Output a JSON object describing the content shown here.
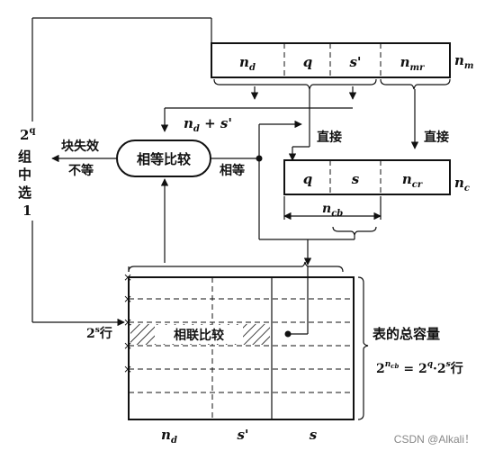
{
  "top_register": {
    "fields": [
      "n",
      "q",
      "s'",
      "n"
    ],
    "subscripts": [
      "d",
      "",
      "",
      "mr"
    ],
    "name": "n",
    "name_sub": "m"
  },
  "lower_register": {
    "fields": [
      "q",
      "s",
      "n"
    ],
    "subscripts": [
      "",
      "",
      "cr"
    ],
    "name": "n",
    "name_sub": "c"
  },
  "labels": {
    "compare_input": "n",
    "compare_input_sub": "d",
    "compare_input_tail": " + s'",
    "direct_1": "直接",
    "direct_2": "直接",
    "equal_compare": "相等比较",
    "block_invalid": "块失效",
    "not_equal": "不等",
    "equal": "相等",
    "select_from": "2",
    "select_from_sup": "q",
    "select_lines": [
      "组",
      "中",
      "选",
      "1"
    ],
    "ncb": "n",
    "ncb_sub": "cb",
    "rows_label": "2",
    "rows_label_sup": "s",
    "rows_label_tail": "行",
    "assoc_compare": "相联比较",
    "table_capacity": "表的总容量",
    "capacity_formula_base": "2",
    "capacity_formula_sup": "n",
    "capacity_formula_subsup": "cb",
    "capacity_formula_rest": " = 2",
    "capacity_formula_sup2": "q",
    "capacity_formula_mid": "·2",
    "capacity_formula_sup3": "s",
    "capacity_formula_tail": "行",
    "bottom_cols": [
      "n",
      "s'",
      "s"
    ],
    "bottom_cols_sub": [
      "d",
      "",
      ""
    ]
  },
  "watermark": "CSDN @Alkali！"
}
